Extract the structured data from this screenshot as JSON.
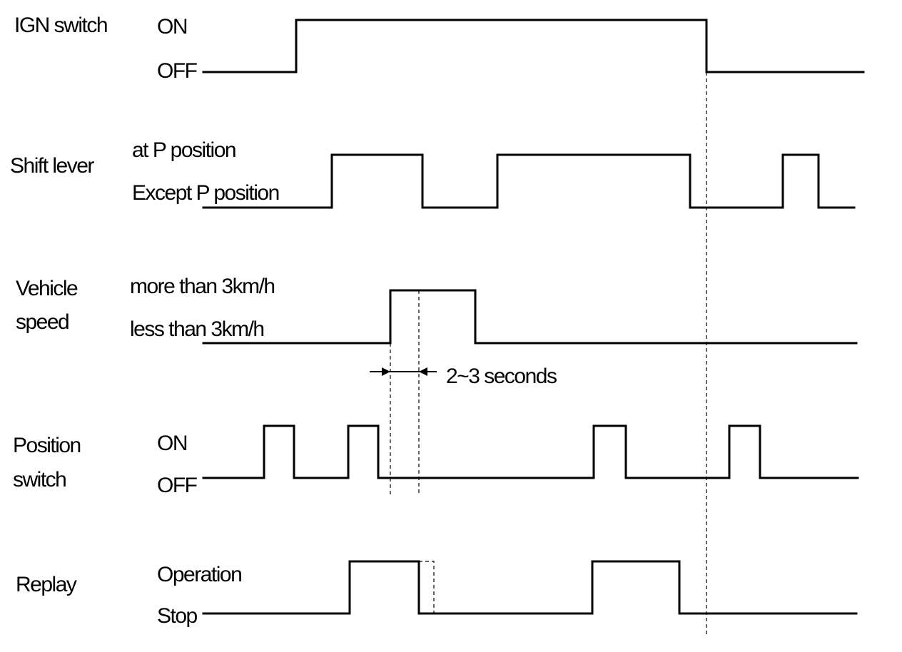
{
  "signals": [
    {
      "id": "ign",
      "label_lines": [
        "IGN switch"
      ],
      "high_state": "ON",
      "low_state": "OFF"
    },
    {
      "id": "shift",
      "label_lines": [
        "Shift lever"
      ],
      "high_state": "at P position",
      "low_state": "Except P position"
    },
    {
      "id": "speed",
      "label_lines": [
        "Vehicle",
        "speed"
      ],
      "high_state": "more than 3km/h",
      "low_state": "less than 3km/h"
    },
    {
      "id": "position",
      "label_lines": [
        "Position",
        "switch"
      ],
      "high_state": "ON",
      "low_state": "OFF"
    },
    {
      "id": "replay",
      "label_lines": [
        "Replay"
      ],
      "high_state": "Operation",
      "low_state": "Stop"
    }
  ],
  "delay_annotation": "2~3 seconds",
  "colors": {
    "line": "#000000",
    "background": "#ffffff"
  }
}
